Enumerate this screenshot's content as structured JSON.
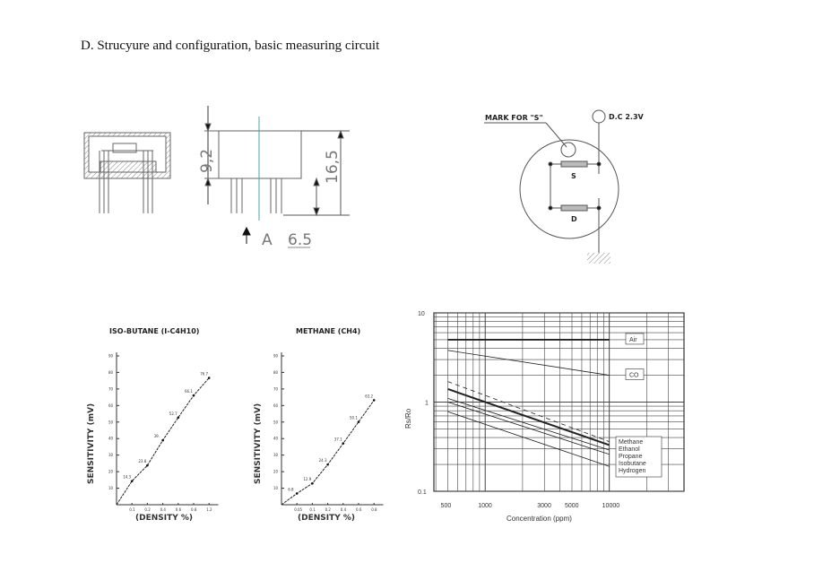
{
  "heading": "D. Strucyure and configuration, basic measuring circuit",
  "dimensions": {
    "height_body": "9,2",
    "height_total": "16,5",
    "view_label": "A",
    "pin_length": "6.5"
  },
  "circuit": {
    "mark_label": "MARK FOR \"S\"",
    "supply_label": "D.C 2.3V",
    "sensor_s": "S",
    "sensor_d": "D"
  },
  "chart_data": [
    {
      "type": "line",
      "title": "ISO-BUTANE (I-C4H10)",
      "xlabel": "(DENSITY %)",
      "ylabel": "SENSITIVITY (mV)",
      "x_ticks": [
        "0.1",
        "0.2",
        "0.4",
        "0.6",
        "0.8",
        "1.2"
      ],
      "y_ticks": [
        10,
        20,
        30,
        40,
        50,
        60,
        70,
        80,
        90
      ],
      "ylim": [
        0,
        90
      ],
      "x": [
        0,
        0.1,
        0.2,
        0.4,
        0.6,
        0.8,
        1.2
      ],
      "values": [
        0,
        14.3,
        23.8,
        39,
        52.7,
        66.1,
        76.7
      ],
      "data_labels": [
        "",
        "14.3",
        "23.8",
        "39.",
        "52.7",
        "66.1",
        "76.7"
      ]
    },
    {
      "type": "line",
      "title": "METHANE (CH4)",
      "xlabel": "(DENSITY %)",
      "ylabel": "SENSITIVITY (mV)",
      "x_ticks": [
        "0.05",
        "0.1",
        "0.2",
        "0.4",
        "0.6",
        "0.8"
      ],
      "y_ticks": [
        10,
        20,
        30,
        40,
        50,
        60,
        70,
        80,
        90
      ],
      "ylim": [
        0,
        90
      ],
      "x": [
        0,
        0.05,
        0.1,
        0.2,
        0.4,
        0.6,
        0.8
      ],
      "values": [
        0,
        6.8,
        12.9,
        24.3,
        37.1,
        50.1,
        63.2
      ],
      "data_labels": [
        "",
        "6.8",
        "12.9",
        "24.3",
        "37.1",
        "50.1",
        "63.2"
      ]
    },
    {
      "type": "line",
      "title": "",
      "xlabel": "Concentration (ppm)",
      "ylabel": "Rs/Ro",
      "xscale": "log",
      "yscale": "log",
      "xlim": [
        386,
        40000
      ],
      "ylim": [
        0.1,
        10
      ],
      "x_tick_labels": [
        "500",
        "1000",
        "3000",
        "5000",
        "10000"
      ],
      "x_ticks": [
        500,
        1000,
        3000,
        5000,
        10000
      ],
      "y_tick_labels": [
        "10",
        "1",
        "0.1"
      ],
      "y_ticks": [
        10,
        1,
        0.1
      ],
      "grid": true,
      "series": [
        {
          "name": "Air",
          "x": [
            500,
            10000
          ],
          "values": [
            5,
            5
          ],
          "boxed_label": true
        },
        {
          "name": "CO",
          "x": [
            500,
            10000
          ],
          "values": [
            3.8,
            2.0
          ],
          "boxed_label": true
        },
        {
          "name": "Methane",
          "x": [
            500,
            10000
          ],
          "values": [
            1.4,
            0.33
          ]
        },
        {
          "name": "Ethanol",
          "x": [
            500,
            10000
          ],
          "values": [
            1.7,
            0.36
          ],
          "dashed": true
        },
        {
          "name": "Propane",
          "x": [
            500,
            10000
          ],
          "values": [
            1.1,
            0.29
          ]
        },
        {
          "name": "Isobutane",
          "x": [
            500,
            10000
          ],
          "values": [
            1.0,
            0.26
          ]
        },
        {
          "name": "Hydrogen",
          "x": [
            500,
            10000
          ],
          "values": [
            0.78,
            0.19
          ]
        }
      ],
      "legend": [
        "Methane",
        "Ethanol",
        "Propane",
        "Isobutane",
        "Hydrogen"
      ],
      "legend_placement": "bottom-right"
    }
  ]
}
